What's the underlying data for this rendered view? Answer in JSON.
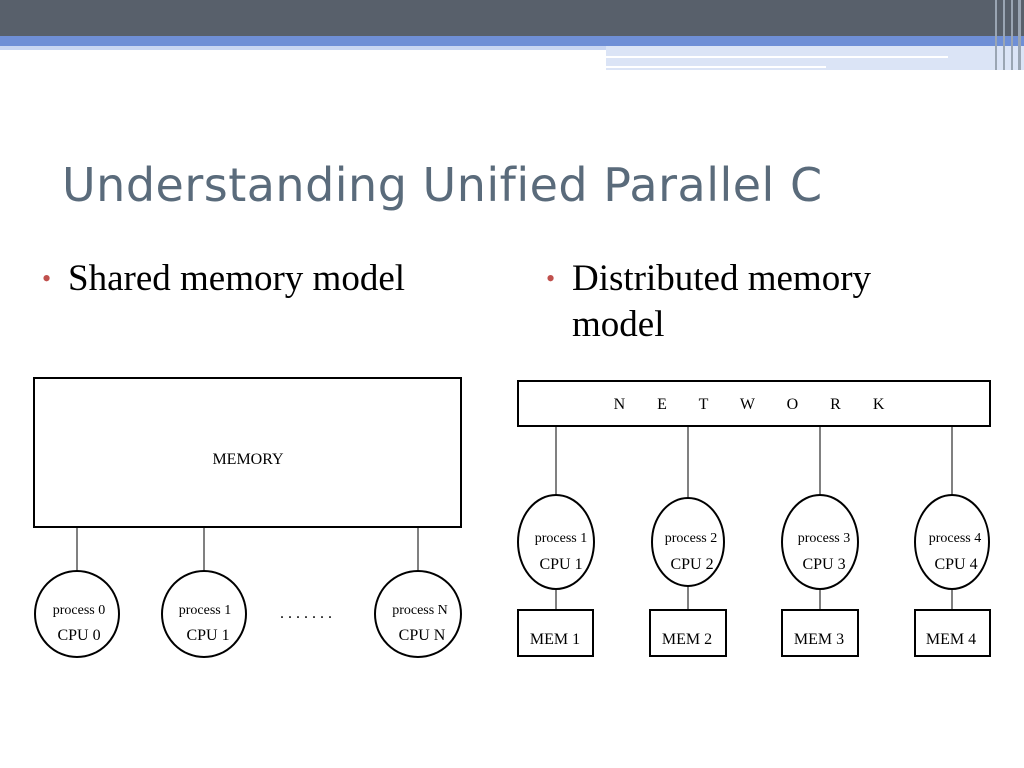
{
  "title": "Understanding Unified Parallel C",
  "bullets": [
    {
      "text": "Shared memory model"
    },
    {
      "text": "Distributed memory model"
    }
  ],
  "colors": {
    "title": "#5a6b7b",
    "bullet": "#c0504d",
    "band_dark": "#58606b",
    "band_blue": "#6f8fd6",
    "band_light": "#c9d6f2"
  },
  "shared_diagram": {
    "memory_label": "MEMORY",
    "ellipsis": ". . . . . . .",
    "nodes": [
      {
        "process": "process 0",
        "cpu": "CPU 0"
      },
      {
        "process": "process 1",
        "cpu": "CPU 1"
      },
      {
        "process": "process N",
        "cpu": "CPU N"
      }
    ]
  },
  "distributed_diagram": {
    "network_label": "N E T W O R K",
    "nodes": [
      {
        "process": "process 1",
        "cpu": "CPU 1",
        "mem": "MEM 1"
      },
      {
        "process": "process 2",
        "cpu": "CPU 2",
        "mem": "MEM 2"
      },
      {
        "process": "process 3",
        "cpu": "CPU 3",
        "mem": "MEM 3"
      },
      {
        "process": "process 4",
        "cpu": "CPU 4",
        "mem": "MEM 4"
      }
    ]
  }
}
